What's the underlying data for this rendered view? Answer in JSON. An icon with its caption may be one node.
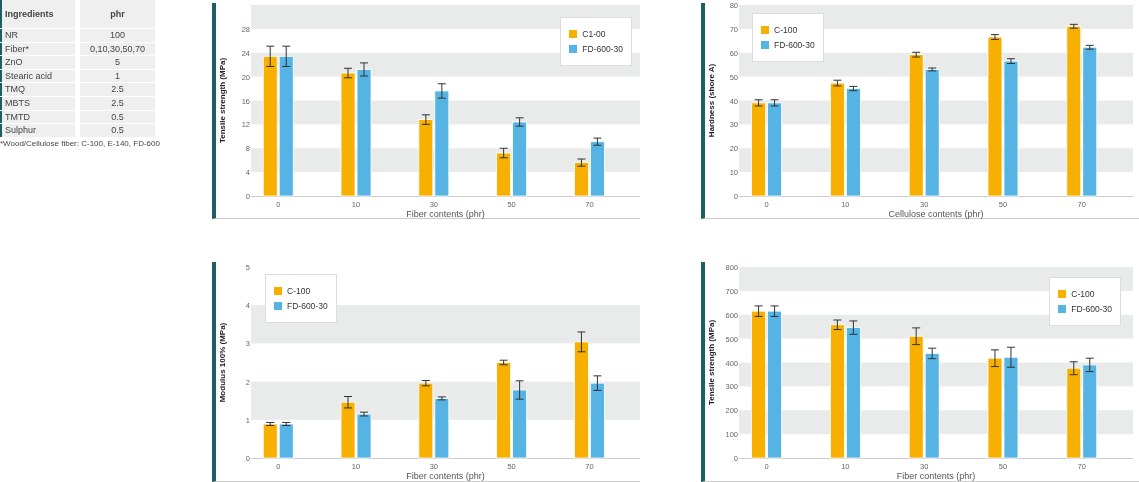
{
  "diagram": {
    "labels": [
      "Ingredients",
      "phr",
      "NR",
      "100",
      "Fiber*",
      "0,10,30,50,70",
      "ZnO",
      "5",
      "Stearic acid",
      "1",
      "TMQ",
      "2.5",
      "MBTS",
      "2.5",
      "TMTD",
      "0.5",
      "Sulphur",
      "0.5",
      "*Wood/Cellulose fiber: C-100, E-140, FD-600"
    ],
    "chart_data": [
      {
        "type": "bar",
        "legend": "top-right",
        "xlabel": "Fiber contents (phr)",
        "ylabel": "Tensile strength (MPa)",
        "categories": [
          "0",
          "10",
          "30",
          "50",
          "70"
        ],
        "ylim": [
          0,
          32
        ],
        "yticks": [
          0,
          4,
          8,
          12,
          16,
          20,
          24,
          28
        ],
        "series": [
          {
            "name": "C1-00",
            "color": "#f7b000",
            "values": [
              23.4,
              20.6,
              12.8,
              7.2,
              5.6
            ],
            "errors": [
              1.7,
              0.8,
              0.8,
              0.8,
              0.6
            ]
          },
          {
            "name": "FD-600-30",
            "color": "#55b4e3",
            "values": [
              23.4,
              21.2,
              17.6,
              12.4,
              9.1
            ],
            "errors": [
              1.7,
              1.1,
              1.2,
              0.7,
              0.6
            ]
          }
        ]
      },
      {
        "type": "bar",
        "legend": "top-left",
        "xlabel": "Cellulose contents (phr)",
        "ylabel": "Hardness (shore A)",
        "categories": [
          "0",
          "10",
          "30",
          "50",
          "70"
        ],
        "ylim": [
          0,
          80
        ],
        "yticks": [
          0,
          10,
          20,
          30,
          40,
          50,
          60,
          70,
          80
        ],
        "series": [
          {
            "name": "C-100",
            "color": "#f7b000",
            "values": [
              39,
              47.3,
              59.2,
              66.6,
              71.1
            ],
            "errors": [
              1.3,
              1.2,
              1,
              1,
              0.8
            ]
          },
          {
            "name": "FD-600-30",
            "color": "#55b4e3",
            "values": [
              39,
              45,
              53,
              56.5,
              62.3
            ],
            "errors": [
              1.3,
              0.9,
              0.6,
              1,
              0.8
            ]
          }
        ]
      },
      {
        "type": "bar",
        "legend": "top-left",
        "xlabel": "Fiber contents (phr)",
        "ylabel": "Modulus 100% (MPa)",
        "categories": [
          "0",
          "10",
          "30",
          "50",
          "70"
        ],
        "ylim": [
          0,
          5
        ],
        "yticks": [
          0,
          1,
          2,
          3,
          4,
          5
        ],
        "series": [
          {
            "name": "C-100",
            "color": "#f7b000",
            "values": [
              0.89,
              1.46,
              1.96,
              2.5,
              3.04
            ],
            "errors": [
              0.04,
              0.15,
              0.07,
              0.06,
              0.26
            ]
          },
          {
            "name": "FD-600-30",
            "color": "#55b4e3",
            "values": [
              0.89,
              1.15,
              1.56,
              1.78,
              1.96
            ],
            "errors": [
              0.04,
              0.05,
              0.04,
              0.24,
              0.19
            ]
          }
        ]
      },
      {
        "type": "bar",
        "xlabel": "Fiber contents (phr)",
        "ylabel": "Tensile strength (MPa)",
        "categories": [
          "0",
          "10",
          "30",
          "50",
          "70"
        ],
        "legend": "top-right",
        "ylim": [
          0,
          800
        ],
        "yticks": [
          0,
          100,
          200,
          300,
          400,
          500,
          600,
          700,
          800
        ],
        "series": [
          {
            "name": "C-100",
            "color": "#f7b000",
            "values": [
              615,
              558,
              510,
              418,
              376
            ],
            "errors": [
              22,
              20,
              35,
              35,
              27
            ]
          },
          {
            "name": "FD-600-30",
            "color": "#55b4e3",
            "values": [
              615,
              546,
              438,
              422,
              390
            ],
            "errors": [
              22,
              28,
              22,
              42,
              28
            ]
          }
        ]
      }
    ]
  }
}
